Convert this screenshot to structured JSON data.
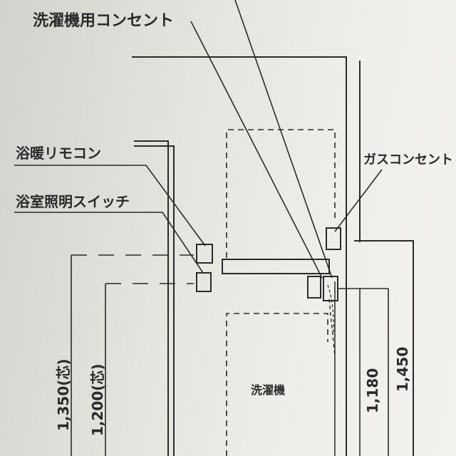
{
  "labels": {
    "washer_outlet": "洗濯機用コンセント",
    "bath_remote": "浴暖リモコン",
    "bath_light_switch": "浴室照明スイッチ",
    "gas_outlet": "ガスコンセント",
    "washer": "洗濯機"
  },
  "dimensions": {
    "d1350": "1,350(芯)",
    "d1200": "1,200(芯)",
    "d1180": "1,180",
    "d1450": "1,450"
  },
  "colors": {
    "ink": "#2a2a2a",
    "paper": "#eeede9"
  }
}
